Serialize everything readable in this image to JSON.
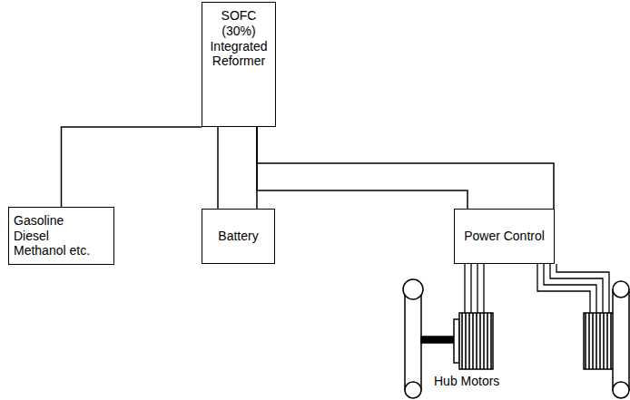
{
  "diagram": {
    "nodes": [
      {
        "text": [
          "SOFC (30%) Integrated Reformer"
        ]
      },
      {
        "text": [
          "Gasoline Diesel Methanol etc."
        ]
      },
      {
        "text": [
          "Battery"
        ]
      },
      {
        "text": [
          "Power Control"
        ]
      }
    ],
    "edges": [
      {
        "from": 1,
        "to": 0,
        "arrow": "none"
      },
      {
        "from": 0,
        "to": 2,
        "arrow": "none"
      },
      {
        "from": 0,
        "to": 3,
        "arrow": "none"
      }
    ],
    "labels": [
      "Hub Motors"
    ]
  }
}
